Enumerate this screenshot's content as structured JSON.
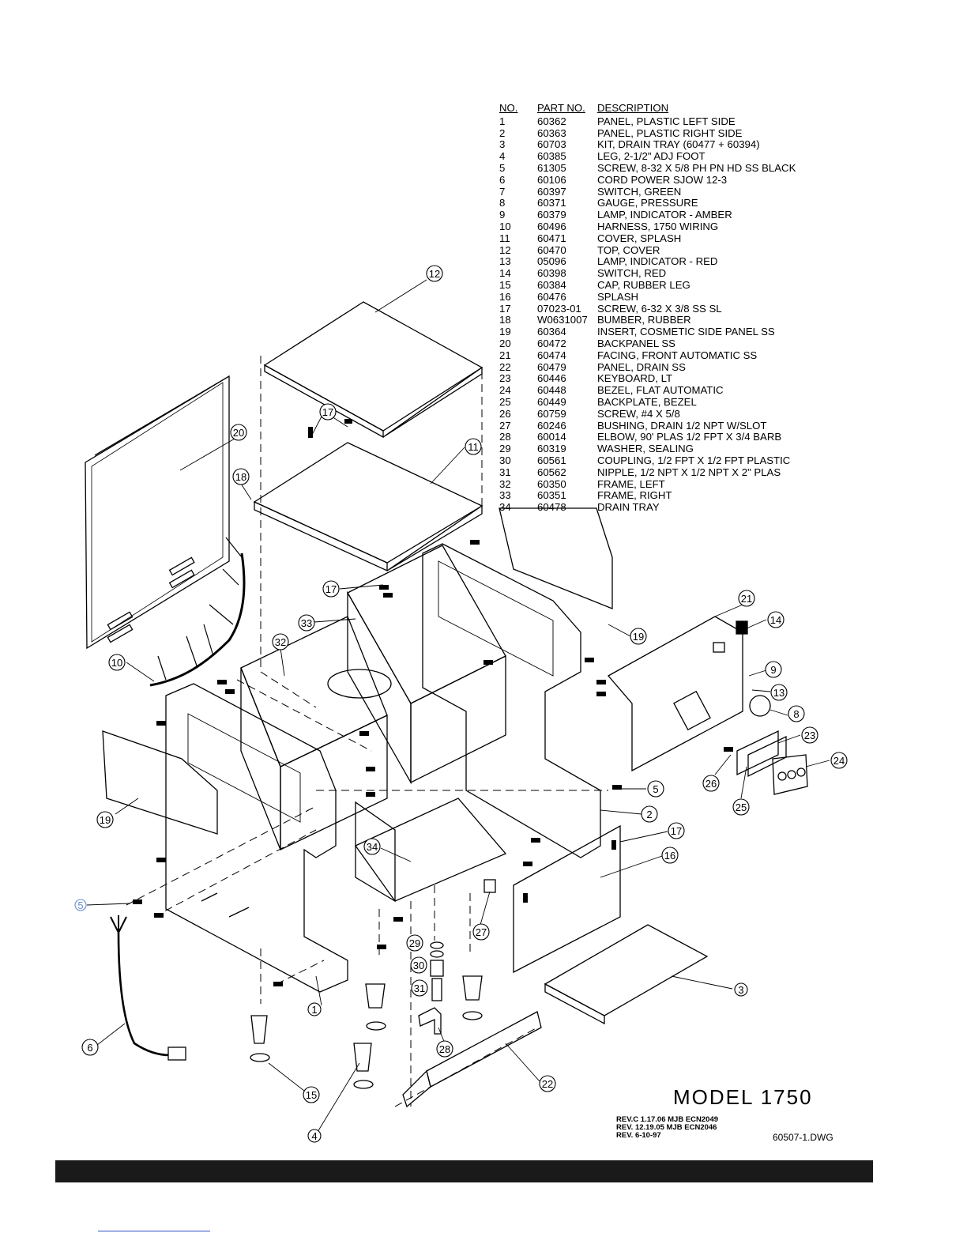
{
  "parts_table": {
    "headers": {
      "no": "NO.",
      "part_no": "PART NO.",
      "description": "DESCRIPTION"
    },
    "rows": [
      {
        "no": "1",
        "part_no": "60362",
        "description": "PANEL, PLASTIC LEFT SIDE"
      },
      {
        "no": "2",
        "part_no": "60363",
        "description": "PANEL, PLASTIC RIGHT SIDE"
      },
      {
        "no": "3",
        "part_no": "60703",
        "description": "KIT, DRAIN TRAY (60477 + 60394)"
      },
      {
        "no": "4",
        "part_no": "60385",
        "description": "LEG, 2-1/2\" ADJ FOOT"
      },
      {
        "no": "5",
        "part_no": "61305",
        "description": "SCREW, 8-32 X 5/8 PH PN HD SS BLACK"
      },
      {
        "no": "6",
        "part_no": "60106",
        "description": "CORD POWER SJOW 12-3"
      },
      {
        "no": "7",
        "part_no": "60397",
        "description": "SWITCH, GREEN"
      },
      {
        "no": "8",
        "part_no": "60371",
        "description": "GAUGE, PRESSURE"
      },
      {
        "no": "9",
        "part_no": "60379",
        "description": "LAMP, INDICATOR - AMBER"
      },
      {
        "no": "10",
        "part_no": "60496",
        "description": "HARNESS, 1750 WIRING"
      },
      {
        "no": "11",
        "part_no": "60471",
        "description": "COVER, SPLASH"
      },
      {
        "no": "12",
        "part_no": "60470",
        "description": "TOP, COVER"
      },
      {
        "no": "13",
        "part_no": "05096",
        "description": "LAMP, INDICATOR - RED"
      },
      {
        "no": "14",
        "part_no": "60398",
        "description": "SWITCH, RED"
      },
      {
        "no": "15",
        "part_no": "60384",
        "description": "CAP, RUBBER LEG"
      },
      {
        "no": "16",
        "part_no": "60476",
        "description": "SPLASH"
      },
      {
        "no": "17",
        "part_no": "07023-01",
        "description": "SCREW, 6-32 X 3/8 SS SL"
      },
      {
        "no": "18",
        "part_no": "W0631007",
        "description": "BUMBER, RUBBER"
      },
      {
        "no": "19",
        "part_no": "60364",
        "description": "INSERT, COSMETIC SIDE PANEL SS"
      },
      {
        "no": "20",
        "part_no": "60472",
        "description": "BACKPANEL SS"
      },
      {
        "no": "21",
        "part_no": "60474",
        "description": "FACING, FRONT AUTOMATIC SS"
      },
      {
        "no": "22",
        "part_no": "60479",
        "description": "PANEL, DRAIN SS"
      },
      {
        "no": "23",
        "part_no": "60446",
        "description": "KEYBOARD, LT"
      },
      {
        "no": "24",
        "part_no": "60448",
        "description": "BEZEL, FLAT AUTOMATIC"
      },
      {
        "no": "25",
        "part_no": "60449",
        "description": "BACKPLATE, BEZEL"
      },
      {
        "no": "26",
        "part_no": "60759",
        "description": "SCREW, #4 X 5/8"
      },
      {
        "no": "27",
        "part_no": "60246",
        "description": "BUSHING, DRAIN 1/2 NPT W/SLOT"
      },
      {
        "no": "28",
        "part_no": "60014",
        "description": "ELBOW, 90' PLAS 1/2 FPT X 3/4 BARB"
      },
      {
        "no": "29",
        "part_no": "60319",
        "description": "WASHER, SEALING"
      },
      {
        "no": "30",
        "part_no": "60561",
        "description": "COUPLING, 1/2 FPT X 1/2 FPT PLASTIC"
      },
      {
        "no": "31",
        "part_no": "60562",
        "description": "NIPPLE, 1/2 NPT X 1/2 NPT X 2\" PLAS"
      },
      {
        "no": "32",
        "part_no": "60350",
        "description": "FRAME, LEFT"
      },
      {
        "no": "33",
        "part_no": "60351",
        "description": "FRAME, RIGHT"
      },
      {
        "no": "34",
        "part_no": "60478",
        "description": "DRAIN TRAY"
      }
    ]
  },
  "title_block": {
    "model": "MODEL 1750",
    "revisions": [
      "REV.C 1.17.06 MJB ECN2049",
      "REV. 12.19.05 MJB ECN2046",
      "REV. 6-10-97"
    ],
    "drawing_number": "60507-1.DWG"
  },
  "callouts": [
    "1",
    "2",
    "3",
    "4",
    "5",
    "5",
    "6",
    "8",
    "9",
    "10",
    "11",
    "12",
    "13",
    "14",
    "15",
    "16",
    "17",
    "17",
    "17",
    "18",
    "19",
    "19",
    "20",
    "21",
    "22",
    "23",
    "24",
    "25",
    "26",
    "27",
    "28",
    "29",
    "30",
    "31",
    "32",
    "33",
    "34"
  ],
  "colors": {
    "line": "#000000",
    "faint_callout": "#6a8fd0",
    "bar": "#1a1a1a",
    "link": "#3050c8"
  }
}
